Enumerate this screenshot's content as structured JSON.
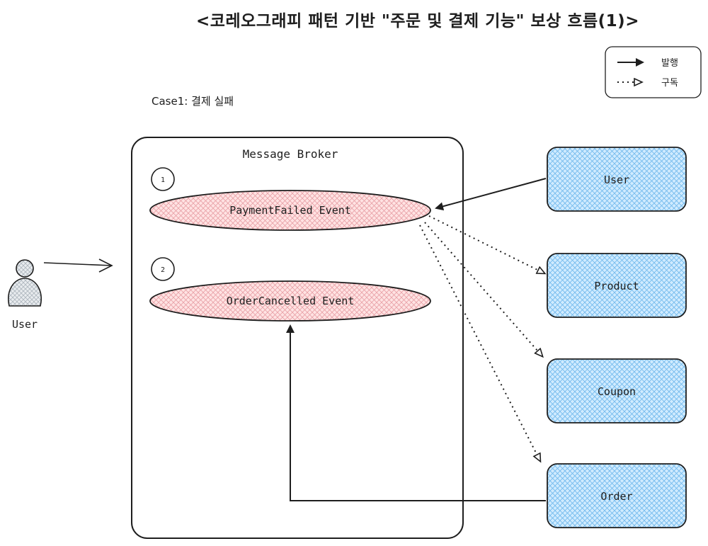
{
  "title": "<코레오그래피 패턴 기반 \"주문 및 결제 기능\" 보상 흐름(1)>",
  "case_label": "Case1: 결제 실패",
  "legend": {
    "publish": "발행",
    "subscribe": "구독"
  },
  "broker": {
    "label": "Message Broker",
    "events": [
      {
        "step": "1",
        "name": "PaymentFailed Event"
      },
      {
        "step": "2",
        "name": "OrderCancelled Event"
      }
    ]
  },
  "actor": {
    "label": "User"
  },
  "services": [
    {
      "name": "User"
    },
    {
      "name": "Product"
    },
    {
      "name": "Coupon"
    },
    {
      "name": "Order"
    }
  ],
  "colors": {
    "event_fill": "#ffc9c9",
    "event_hatch": "#e8a0a6",
    "service_fill": "#a5d8ff",
    "service_hatch": "#6fb8ec",
    "actor_fill": "#adb5bd",
    "stroke": "#1e1e1e"
  }
}
